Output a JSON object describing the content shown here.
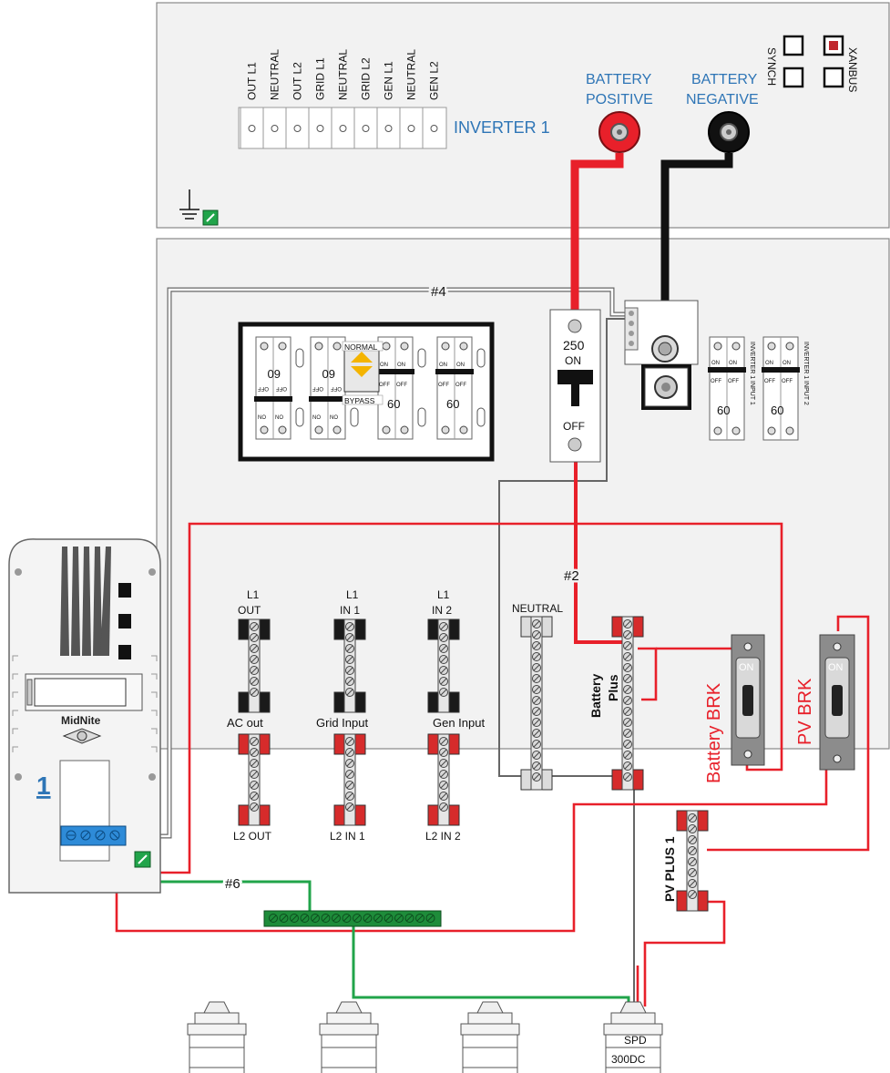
{
  "inverter": {
    "title": "INVERTER 1",
    "terminals": [
      "OUT L1",
      "NEUTRAL",
      "OUT L2",
      "GRID L1",
      "NEUTRAL",
      "GRID L2",
      "GEN L1",
      "NEUTRAL",
      "GEN L2"
    ],
    "battery_positive": [
      "BATTERY",
      "POSITIVE"
    ],
    "battery_negative": [
      "BATTERY",
      "NEGATIVE"
    ],
    "synch": "SYNCH",
    "xanbus": "XANBUS"
  },
  "wires": {
    "w4": "#4",
    "w2": "#2",
    "w6": "#6"
  },
  "bypass": {
    "normal": "NORMAL",
    "bypass": "BYPASS",
    "breaker_ratings": [
      "60",
      "60",
      "60",
      "60"
    ],
    "on": "ON",
    "off": "OFF",
    "no": "NO"
  },
  "main_breaker": {
    "rating": "250",
    "on": "ON",
    "off": "OFF"
  },
  "input_breakers": {
    "labels": [
      "INVERTER 1 INPUT 1",
      "INVERTER 1 INPUT 2"
    ],
    "ratings": [
      "60",
      "60"
    ]
  },
  "busbars": {
    "l1_out": [
      "L1",
      "OUT"
    ],
    "l1_in1": [
      "L1",
      "IN 1"
    ],
    "l1_in2": [
      "L1",
      "IN 2"
    ],
    "ac_out": "AC out",
    "grid_input": "Grid Input",
    "gen_input": "Gen Input",
    "l2_out": "L2 OUT",
    "l2_in1": "L2 IN 1",
    "l2_in2": "L2 IN 2",
    "neutral": "NEUTRAL",
    "battery_plus": [
      "Battery",
      "Plus"
    ],
    "pv_plus": "PV PLUS 1"
  },
  "breakers": {
    "battery_brk": "Battery BRK",
    "pv_brk": "PV BRK",
    "on": "ON"
  },
  "charge_controller": {
    "brand": "MidNite",
    "number": "1"
  },
  "spd": [
    "SPD",
    "300DC"
  ],
  "colors": {
    "pos": "#e8202a",
    "neg": "#111111",
    "ground": "#21a44a",
    "label_blue": "#2e75b6",
    "ground_bar": "#1e8c3a",
    "terminal_blue": "#2e8bd8"
  }
}
